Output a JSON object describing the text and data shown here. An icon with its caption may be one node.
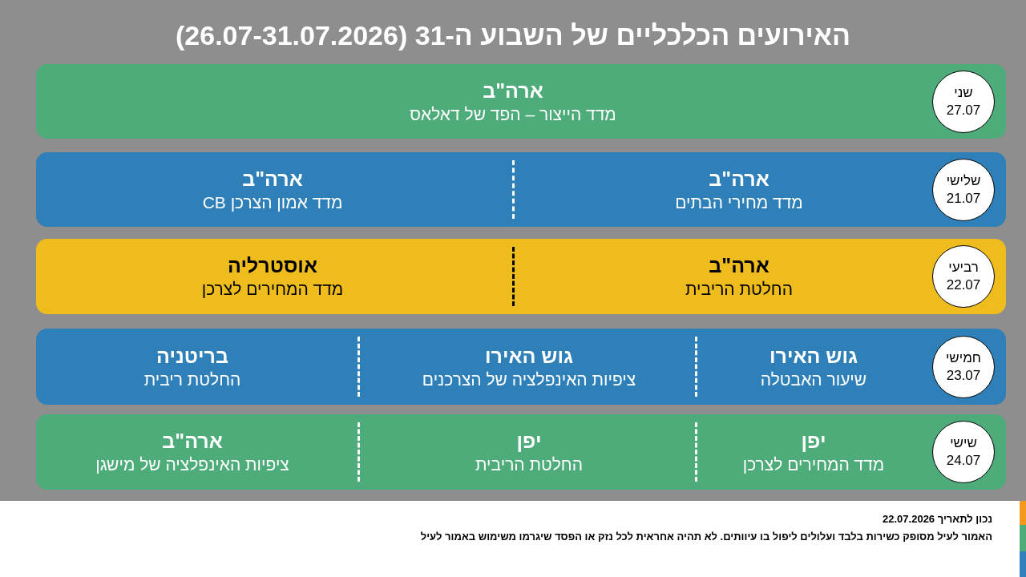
{
  "diagram": {
    "title": "האירועים הכלכליים של השבוע ה-31 (26.07-31.07.2026)",
    "nodes": [
      {
        "text": [],
        "shape": "bar"
      },
      {
        "text": [
          "שני",
          "27.07"
        ],
        "in": 0
      },
      {
        "text": [
          "ארה\"ב",
          "מדד הייצור – הפד של דאלאס"
        ],
        "in": 0
      },
      {
        "text": [],
        "shape": "bar"
      },
      {
        "text": [
          "שלישי",
          "21.07"
        ],
        "in": 3
      },
      {
        "text": [
          "ארה\"ב",
          "מדד מחירי הבתים"
        ],
        "in": 3
      },
      {
        "text": [
          "ארה\"ב",
          "מדד אמון הצרכן CB"
        ],
        "in": 3
      },
      {
        "text": [],
        "shape": "bar"
      },
      {
        "text": [
          "רביעי",
          "22.07"
        ],
        "in": 7
      },
      {
        "text": [
          "ארה\"ב",
          "החלטת הריבית"
        ],
        "in": 7
      },
      {
        "text": [
          "אוסטרליה",
          "מדד המחירים לצרכן"
        ],
        "in": 7
      },
      {
        "text": [],
        "shape": "bar"
      },
      {
        "text": [
          "חמישי",
          "23.07"
        ],
        "in": 11
      },
      {
        "text": [
          "גוש האירו",
          "שיעור האבטלה"
        ],
        "in": 11
      },
      {
        "text": [
          "גוש האירו",
          "ציפיות האינפלציה של הצרכנים"
        ],
        "in": 11
      },
      {
        "text": [
          "בריטניה",
          "החלטת ריבית"
        ],
        "in": 11
      },
      {
        "text": [],
        "shape": "bar"
      },
      {
        "text": [
          "שישי",
          "24.07"
        ],
        "in": 16
      },
      {
        "text": [
          "יפן",
          "מדד המחירים לצרכן"
        ],
        "in": 16
      },
      {
        "text": [
          "יפן",
          "החלטת הריבית"
        ],
        "in": 16
      },
      {
        "text": [
          "ארה\"ב",
          "ציפיות האינפלציה של מישגן"
        ],
        "in": 16
      }
    ],
    "labels": [
      "נכון לתאריך 22.07.2026",
      "האמור לעיל מסופק כשירות בלבד ועלולים ליפול בו עיוותים. לא תהיה אחראית לכל נזק או הפסד שיגרמו משימוש באמור לעיל"
    ]
  }
}
